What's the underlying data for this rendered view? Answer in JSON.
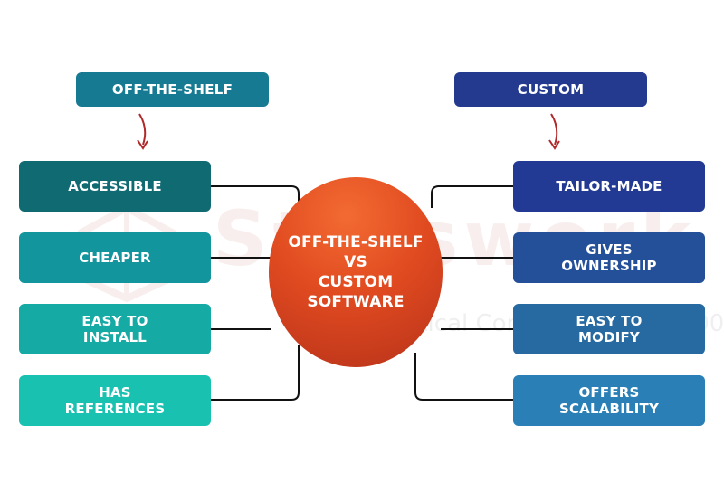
{
  "diagram": {
    "left_header": "OFF-THE-SHELF",
    "right_header": "CUSTOM",
    "center_title": "OFF-THE-SHELF\nVS\nCUSTOM\nSOFTWARE",
    "left_items": [
      "ACCESSIBLE",
      "CHEAPER",
      "EASY TO\nINSTALL",
      "HAS\nREFERENCES"
    ],
    "right_items": [
      "TAILOR-MADE",
      "GIVES\nOWNERSHIP",
      "EASY TO\nMODIFY",
      "OFFERS\nSCALABILITY"
    ]
  },
  "watermark": {
    "main_text": "Statswork",
    "sub_text": "Your Statistical Consulting Since 2001"
  },
  "colors": {
    "left_header": "#157a92",
    "right_header": "#233a8f",
    "center_circle": "#e04a20",
    "connector_line": "#111111",
    "arrow": "#b02a2a"
  }
}
